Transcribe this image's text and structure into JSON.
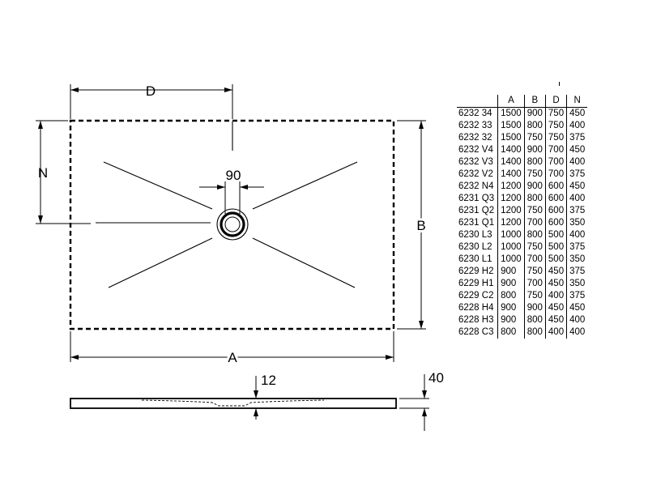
{
  "dimensions": {
    "drain_diameter": "90",
    "width_label": "D",
    "length_label": "A",
    "depth_label": "B",
    "offset_label": "N",
    "slope_label": "12",
    "thickness_label": "40"
  },
  "table": {
    "headers": [
      "",
      "A",
      "B",
      "D",
      "N"
    ],
    "rows": [
      [
        "6232 34",
        "1500",
        "900",
        "750",
        "450"
      ],
      [
        "6232 33",
        "1500",
        "800",
        "750",
        "400"
      ],
      [
        "6232 32",
        "1500",
        "750",
        "750",
        "375"
      ],
      [
        "6232 V4",
        "1400",
        "900",
        "700",
        "450"
      ],
      [
        "6232 V3",
        "1400",
        "800",
        "700",
        "400"
      ],
      [
        "6232 V2",
        "1400",
        "750",
        "700",
        "375"
      ],
      [
        "6232 N4",
        "1200",
        "900",
        "600",
        "450"
      ],
      [
        "6231 Q3",
        "1200",
        "800",
        "600",
        "400"
      ],
      [
        "6231 Q2",
        "1200",
        "750",
        "600",
        "375"
      ],
      [
        "6231 Q1",
        "1200",
        "700",
        "600",
        "350"
      ],
      [
        "6230 L3",
        "1000",
        "800",
        "500",
        "400"
      ],
      [
        "6230 L2",
        "1000",
        "750",
        "500",
        "375"
      ],
      [
        "6230 L1",
        "1000",
        "700",
        "500",
        "350"
      ],
      [
        "6229 H2",
        "900",
        "750",
        "450",
        "375"
      ],
      [
        "6229 H1",
        "900",
        "700",
        "450",
        "350"
      ],
      [
        "6229 C2",
        "800",
        "750",
        "400",
        "375"
      ],
      [
        "6228 H4",
        "900",
        "900",
        "450",
        "450"
      ],
      [
        "6228 H3",
        "900",
        "800",
        "450",
        "400"
      ],
      [
        "6228 C3",
        "800",
        "800",
        "400",
        "400"
      ]
    ]
  }
}
